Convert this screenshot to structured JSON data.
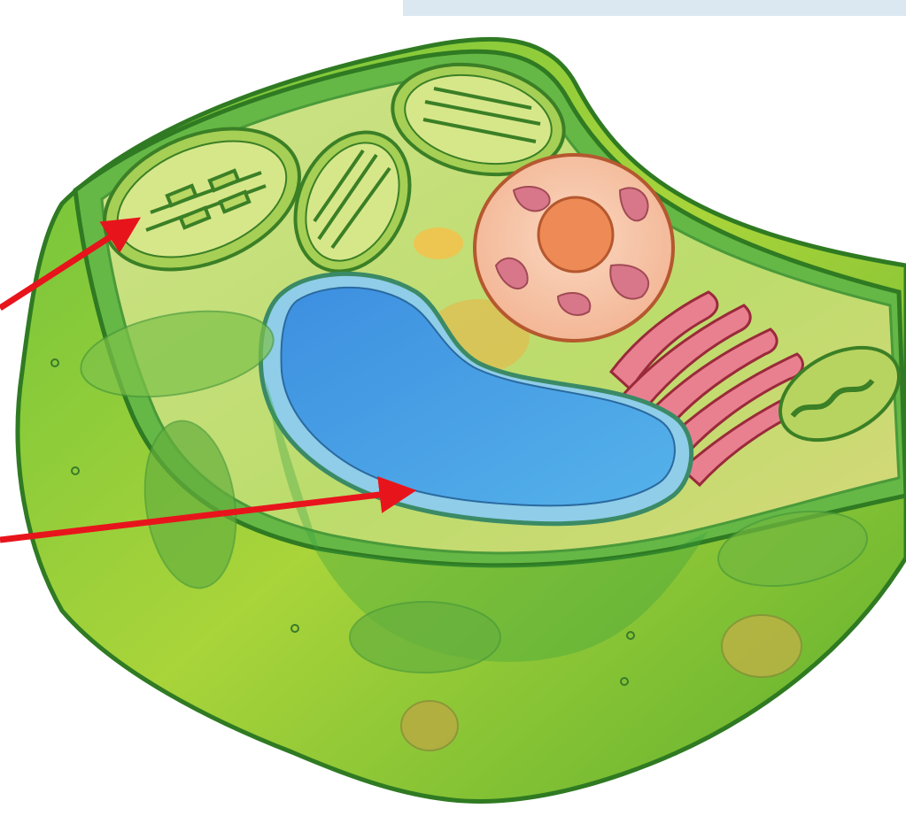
{
  "figure": {
    "subject": "plant-cell",
    "labels": [],
    "arrows": [
      {
        "name": "arrow-to-chloroplast",
        "target": "chloroplast",
        "color": "#e8141c"
      },
      {
        "name": "arrow-to-vacuole",
        "target": "central-vacuole",
        "color": "#e8141c"
      }
    ]
  },
  "colors": {
    "cell_wall": "#4fae3a",
    "cytoplasm": "#c9e27a",
    "vacuole": "#45a6e6",
    "nucleus": "#f2b493",
    "nucleolus": "#ee8a55",
    "golgi": "#e0607a",
    "mitochondrion": "#8bb546",
    "arrow": "#e8141c"
  }
}
